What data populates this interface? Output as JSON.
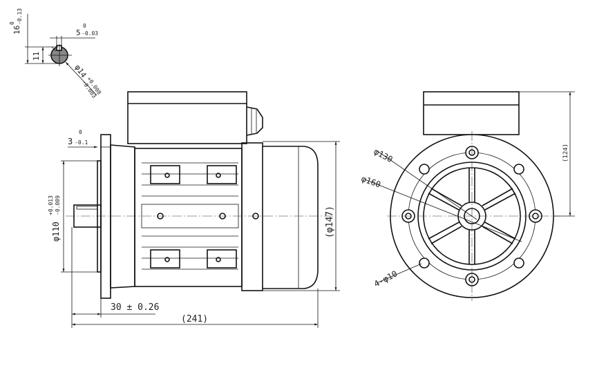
{
  "shaft_detail": {
    "key_height": {
      "nominal": "16",
      "upper": "0",
      "lower": "-0.13"
    },
    "key_width": {
      "nominal": "5",
      "upper": "0",
      "lower": "-0.03"
    },
    "key_depth": "11",
    "shaft_diameter": {
      "nominal": "φ14",
      "upper": "+0.008",
      "lower": "-0.003"
    }
  },
  "side_view": {
    "flange_offset": {
      "nominal": "3",
      "upper": "0",
      "lower": "-0.1"
    },
    "spigot_diameter": {
      "nominal": "φ110",
      "upper": "+0.013",
      "lower": "-0.009"
    },
    "shaft_length": "30 ± 0.26",
    "overall_length": "(241)",
    "body_diameter": "(φ147)"
  },
  "front_view": {
    "pcd": "φ130",
    "flange_diameter": "φ160",
    "holes": "4-φ10",
    "height": "(124)"
  }
}
